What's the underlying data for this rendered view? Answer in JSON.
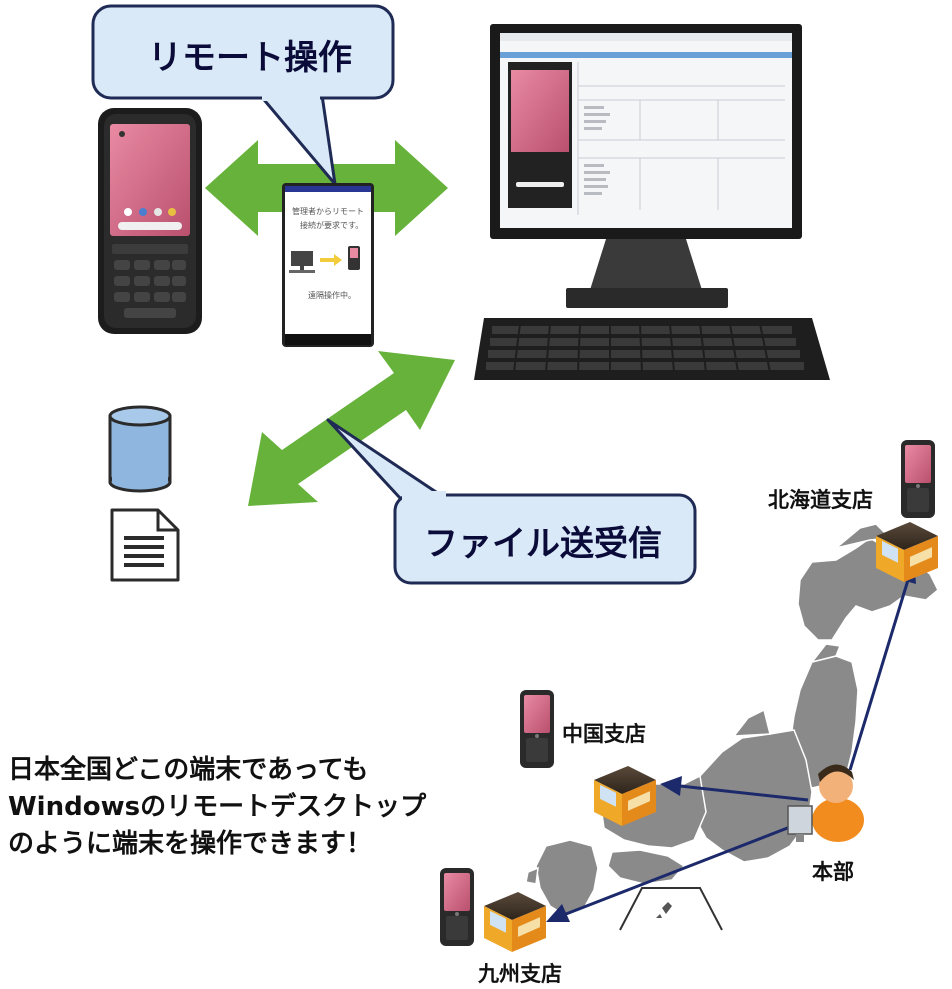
{
  "bubbles": {
    "remote": "リモート操作",
    "file_transfer": "ファイル送受信"
  },
  "phone_screen": {
    "line1": "管理者からリモート",
    "line2": "接続が要求です。",
    "line3": "遠隔操作中。"
  },
  "branches": {
    "hokkaido": "北海道支店",
    "chugoku": "中国支店",
    "kyushu": "九州支店",
    "honbu": "本部"
  },
  "caption": [
    "日本全国どこの端末であっても",
    "Windowsのリモートデスクトップ",
    "のように端末を操作できます！"
  ],
  "colors": {
    "arrow_green": "#66b23a",
    "bubble_fill": "#d9e9f7",
    "bubble_stroke": "#1f2a55",
    "line_navy": "#1c2a6b",
    "map_gray": "#8a8a8a",
    "db_blue": "#8fb6de"
  },
  "icons": [
    "handheld-terminal-icon",
    "database-icon",
    "document-icon",
    "desktop-monitor-icon",
    "keyboard-icon",
    "branch-building-icon",
    "person-at-pc-icon"
  ]
}
